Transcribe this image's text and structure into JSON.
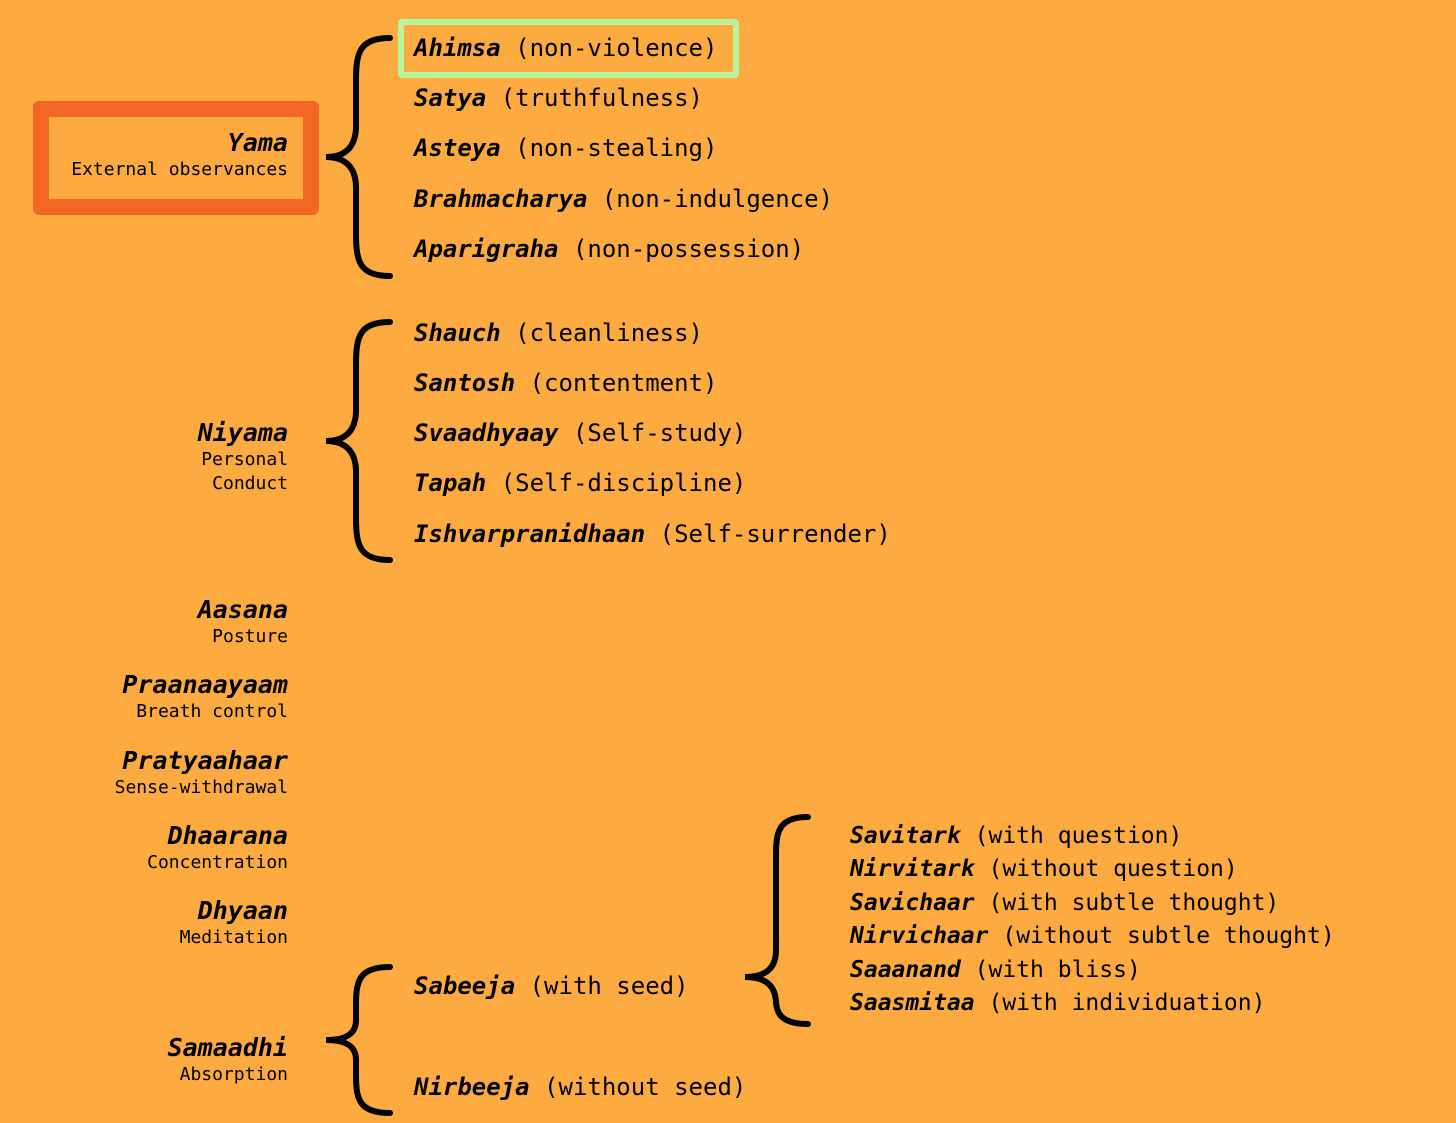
{
  "limbs": [
    {
      "name": "Yama",
      "subtitle": "External observances"
    },
    {
      "name": "Niyama",
      "subtitle": "Personal\nConduct"
    },
    {
      "name": "Aasana",
      "subtitle": "Posture"
    },
    {
      "name": "Praanaayaam",
      "subtitle": "Breath control"
    },
    {
      "name": "Pratyaahaar",
      "subtitle": "Sense-withdrawal"
    },
    {
      "name": "Dhaarana",
      "subtitle": "Concentration"
    },
    {
      "name": "Dhyaan",
      "subtitle": "Meditation"
    },
    {
      "name": "Samaadhi",
      "subtitle": "Absorption"
    }
  ],
  "yama_items": [
    {
      "term": "Ahimsa",
      "meaning": "(non-violence)"
    },
    {
      "term": "Satya",
      "meaning": "(truthfulness)"
    },
    {
      "term": "Asteya",
      "meaning": "(non-stealing)"
    },
    {
      "term": "Brahmacharya",
      "meaning": "(non-indulgence)"
    },
    {
      "term": "Aparigraha",
      "meaning": "(non-possession)"
    }
  ],
  "niyama_items": [
    {
      "term": "Shauch",
      "meaning": "(cleanliness)"
    },
    {
      "term": "Santosh",
      "meaning": "(contentment)"
    },
    {
      "term": "Svaadhyaay",
      "meaning": "(Self-study)"
    },
    {
      "term": "Tapah",
      "meaning": "(Self-discipline)"
    },
    {
      "term": "Ishvarpranidhaan",
      "meaning": "(Self-surrender)"
    }
  ],
  "samaadhi_items": [
    {
      "term": "Sabeeja",
      "meaning": "(with seed)"
    },
    {
      "term": "Nirbeeja",
      "meaning": "(without seed)"
    }
  ],
  "sabeeja_items": [
    {
      "term": "Savitark",
      "meaning": "(with question)"
    },
    {
      "term": "Nirvitark",
      "meaning": "(without question)"
    },
    {
      "term": "Savichaar",
      "meaning": "(with subtle thought)"
    },
    {
      "term": "Nirvichaar",
      "meaning": "(without subtle thought)"
    },
    {
      "term": "Saaanand",
      "meaning": "(with bliss)"
    },
    {
      "term": "Saasmitaa",
      "meaning": "(with individuation)"
    }
  ],
  "colors": {
    "background": "#FDAA40",
    "highlight_limb": "#F26724",
    "highlight_item": "#B8F59A"
  }
}
